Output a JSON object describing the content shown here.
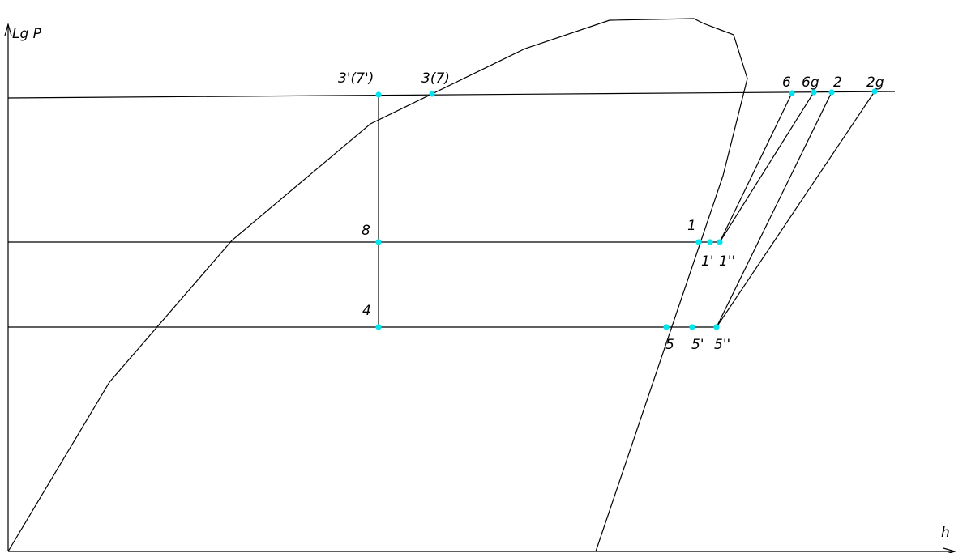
{
  "axes": {
    "y_label": "Lg P",
    "x_label": "h"
  },
  "point_color": "#00e5ee",
  "line_color": "#000000",
  "points": [
    {
      "id": "3p7p",
      "label": "3'(7')"
    },
    {
      "id": "3_7",
      "label": "3(7)"
    },
    {
      "id": "6",
      "label": "6"
    },
    {
      "id": "6g",
      "label": "6g"
    },
    {
      "id": "2",
      "label": "2"
    },
    {
      "id": "2g",
      "label": "2g"
    },
    {
      "id": "8",
      "label": "8"
    },
    {
      "id": "1",
      "label": "1"
    },
    {
      "id": "1p",
      "label": "1'"
    },
    {
      "id": "1pp",
      "label": "1''"
    },
    {
      "id": "4",
      "label": "4"
    },
    {
      "id": "5",
      "label": "5"
    },
    {
      "id": "5p",
      "label": "5'"
    },
    {
      "id": "5pp",
      "label": "5''"
    }
  ]
}
